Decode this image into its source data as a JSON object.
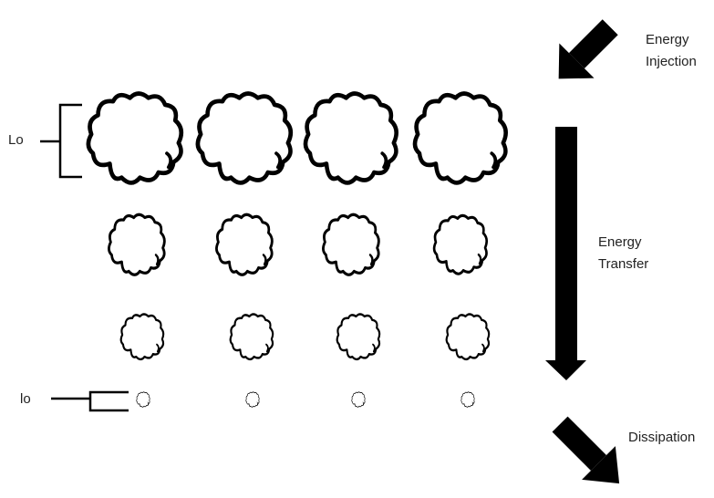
{
  "labels": {
    "large_scale": "Lo",
    "small_scale": "lo",
    "injection": [
      "Energy",
      "Injection"
    ],
    "transfer": [
      "Energy",
      "Transfer"
    ],
    "dissipation": "Dissipation"
  },
  "rows": [
    {
      "eddy_count": 4,
      "size": "large"
    },
    {
      "eddy_count": 4,
      "size": "medium"
    },
    {
      "eddy_count": 4,
      "size": "small"
    },
    {
      "eddy_count": 4,
      "size": "tiny"
    }
  ],
  "colors": {
    "ink": "#000000",
    "text": "#222222",
    "background": "#ffffff"
  }
}
